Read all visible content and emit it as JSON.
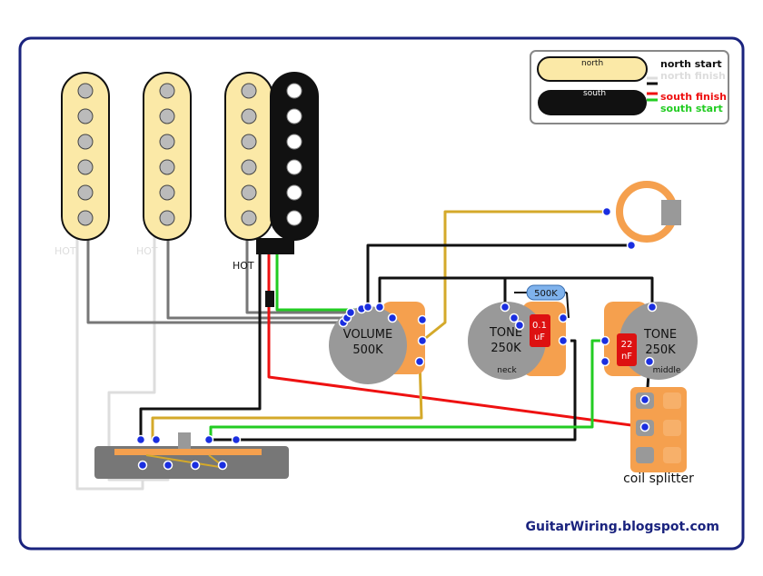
{
  "pickups": {
    "hot_label": "HOT"
  },
  "legend": {
    "north_coil": "north",
    "south_coil": "south",
    "north_start": "north start",
    "north_finish": "north finish",
    "south_finish": "south finish",
    "south_start": "south start"
  },
  "controls": {
    "volume_label": "VOLUME",
    "volume_value": "500K",
    "tone1_label": "TONE",
    "tone1_value": "250K",
    "tone1_position": "neck",
    "tone2_label": "TONE",
    "tone2_value": "250K",
    "tone2_position": "middle",
    "resistor_value": "500K",
    "cap1_line1": "0.1",
    "cap1_line2": "uF",
    "cap2_line1": "22",
    "cap2_line2": "nF",
    "coil_splitter_label": "coil splitter"
  },
  "footer": {
    "site": "GuitarWiring.blogspot.com"
  },
  "colors": {
    "frame": "#1a237e",
    "pickup_cream": "#fbe9a7",
    "pickup_black": "#111111",
    "pot_gray": "#999999",
    "pot_orange": "#f5a04e",
    "wire_yellow": "#d4a92a",
    "wire_red": "#ee1111",
    "wire_green": "#22cc22",
    "wire_black": "#111111",
    "wire_gray": "#888888",
    "terminal_blue": "#1a2ee0",
    "footer_text": "#1a237e"
  }
}
